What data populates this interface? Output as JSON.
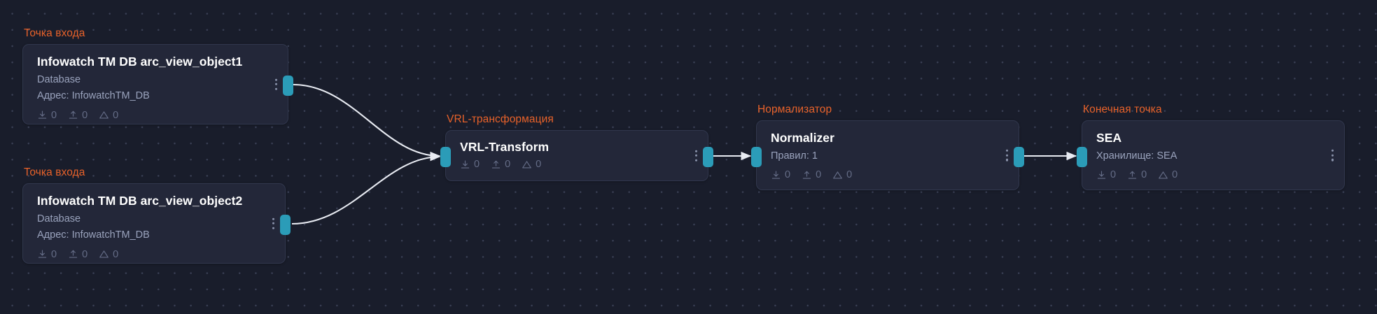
{
  "canvas": {
    "background_color": "#191d2b",
    "grid_dot_color": "#3a4055",
    "accent_label_color": "#e8622a",
    "port_color": "#2b9cb8",
    "edge_color": "#e8ebf2"
  },
  "stat_icons": {
    "in": "download-arrow-icon",
    "out": "upload-arrow-icon",
    "warn": "warning-triangle-icon"
  },
  "nodes": [
    {
      "id": "source1",
      "group_label": "Точка входа",
      "title": "Infowatch TM DB arc_view_object1",
      "subtitle_1": "Database",
      "subtitle_2": "Адрес: InfowatchTM_DB",
      "stats": {
        "in": "0",
        "out": "0",
        "warn": "0"
      }
    },
    {
      "id": "source2",
      "group_label": "Точка входа",
      "title": "Infowatch TM DB arc_view_object2",
      "subtitle_1": "Database",
      "subtitle_2": "Адрес: InfowatchTM_DB",
      "stats": {
        "in": "0",
        "out": "0",
        "warn": "0"
      }
    },
    {
      "id": "vrl",
      "group_label": "VRL-трансформация",
      "title": "VRL-Transform",
      "stats": {
        "in": "0",
        "out": "0",
        "warn": "0"
      }
    },
    {
      "id": "normalizer",
      "group_label": "Нормализатор",
      "title": "Normalizer",
      "subtitle_1": "Правил: 1",
      "stats": {
        "in": "0",
        "out": "0",
        "warn": "0"
      }
    },
    {
      "id": "sea",
      "group_label": "Конечная точка",
      "title": "SEA",
      "subtitle_1": "Хранилище: SEA",
      "stats": {
        "in": "0",
        "out": "0",
        "warn": "0"
      }
    }
  ]
}
